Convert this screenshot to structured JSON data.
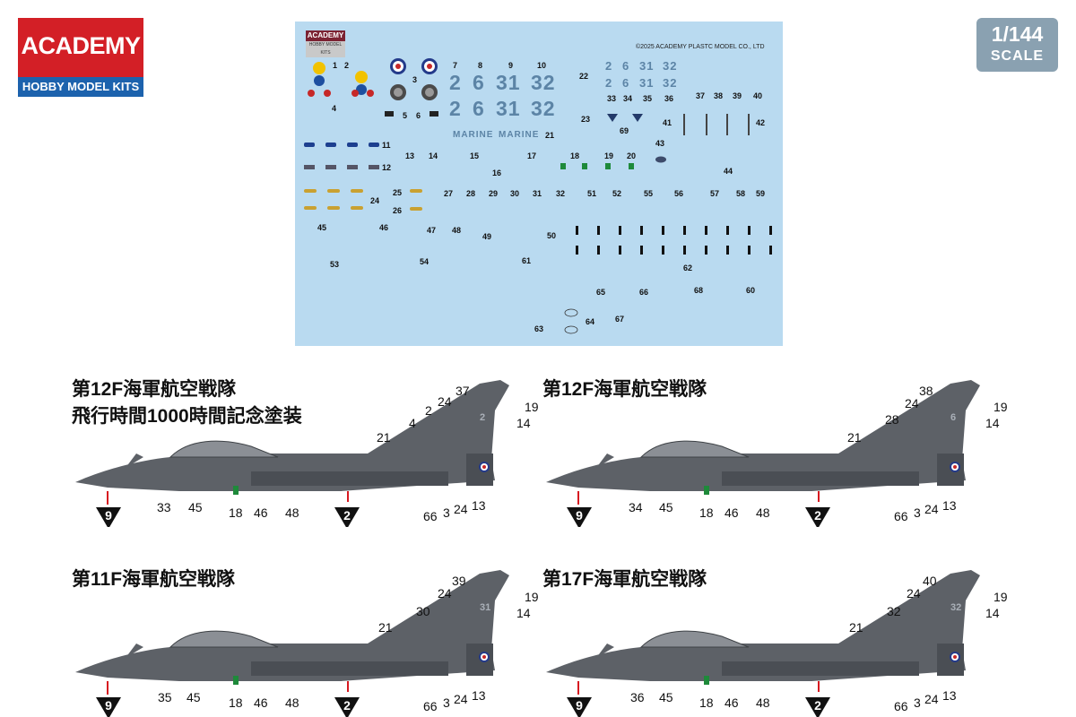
{
  "brand": {
    "name": "ACADEMY",
    "tagline": "HOBBY MODEL KITS"
  },
  "scale": {
    "ratio": "1/144",
    "label": "SCALE"
  },
  "decal_sheet": {
    "logo": "ACADEMY",
    "logo_sub": "HOBBY MODEL KITS",
    "copyright": "©2025 ACADEMY PLASTC MODEL CO., LTD",
    "big_codes": [
      "2",
      "6",
      "31",
      "32"
    ],
    "small_codes": [
      "2",
      "6",
      "31",
      "32"
    ],
    "marine": "MARINE",
    "numbers": [
      "1",
      "2",
      "3",
      "4",
      "5",
      "6",
      "7",
      "8",
      "9",
      "10",
      "11",
      "12",
      "13",
      "14",
      "15",
      "16",
      "17",
      "18",
      "19",
      "20",
      "21",
      "22",
      "23",
      "24",
      "25",
      "26",
      "27",
      "28",
      "29",
      "30",
      "31",
      "32",
      "33",
      "34",
      "35",
      "36",
      "37",
      "38",
      "39",
      "40",
      "41",
      "42",
      "43",
      "44",
      "45",
      "46",
      "47",
      "48",
      "49",
      "50",
      "51",
      "52",
      "53",
      "54",
      "55",
      "56",
      "57",
      "58",
      "59",
      "60",
      "61",
      "62",
      "63",
      "64",
      "65",
      "66",
      "67",
      "68",
      "69"
    ]
  },
  "panels": [
    {
      "title_line1": "第12F海軍航空戦隊",
      "title_line2": "飛行時間1000時間記念塗装",
      "fin_code": "2",
      "callouts": [
        "37",
        "24",
        "2",
        "4",
        "21",
        "19",
        "14",
        "33",
        "45",
        "18",
        "46",
        "48",
        "66",
        "3",
        "24",
        "13"
      ],
      "badge_nose": "9",
      "badge_belly": "2"
    },
    {
      "title_line1": "第12F海軍航空戦隊",
      "title_line2": "",
      "fin_code": "6",
      "callouts": [
        "38",
        "24",
        "28",
        "21",
        "19",
        "14",
        "34",
        "45",
        "18",
        "46",
        "48",
        "66",
        "3",
        "24",
        "13"
      ],
      "badge_nose": "9",
      "badge_belly": "2"
    },
    {
      "title_line1": "第11F海軍航空戦隊",
      "title_line2": "",
      "fin_code": "31",
      "callouts": [
        "39",
        "24",
        "30",
        "21",
        "19",
        "14",
        "35",
        "45",
        "18",
        "46",
        "48",
        "66",
        "3",
        "24",
        "13"
      ],
      "badge_nose": "9",
      "badge_belly": "2"
    },
    {
      "title_line1": "第17F海軍航空戦隊",
      "title_line2": "",
      "fin_code": "32",
      "callouts": [
        "40",
        "24",
        "32",
        "21",
        "19",
        "14",
        "36",
        "45",
        "18",
        "46",
        "48",
        "66",
        "3",
        "24",
        "13"
      ],
      "badge_nose": "9",
      "badge_belly": "2"
    }
  ],
  "colors": {
    "brand_red": "#d31f26",
    "brand_blue": "#1c62ad",
    "sheet_blue": "#b9daf0",
    "jet_grey": "#5d6167",
    "badge_black": "#111111",
    "indicator_red": "#d71920"
  }
}
